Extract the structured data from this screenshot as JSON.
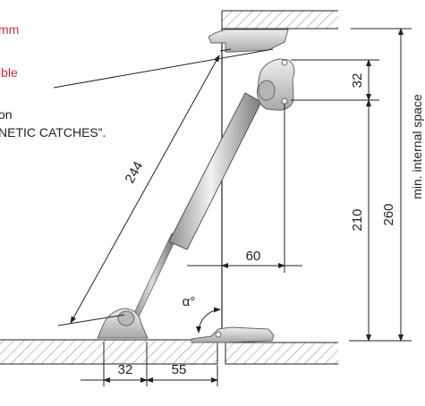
{
  "colors": {
    "accent_red": "#c8323c",
    "line": "#222222",
    "hatch": "#888888",
    "metal_light": "#e6e6e6",
    "metal_dark": "#9a9a9a"
  },
  "notes": {
    "line1": "mm",
    "line2": "ible",
    "line3": "on",
    "line4": "NETIC CATCHES”."
  },
  "dimensions": {
    "strut_length": "244",
    "bracket_height": "32",
    "bracket_offset": "60",
    "vertical_span": "210",
    "total_span": "260",
    "min_space_label": "min. internal space",
    "base_width": "32",
    "base_offset": "55",
    "angle": "α°"
  }
}
